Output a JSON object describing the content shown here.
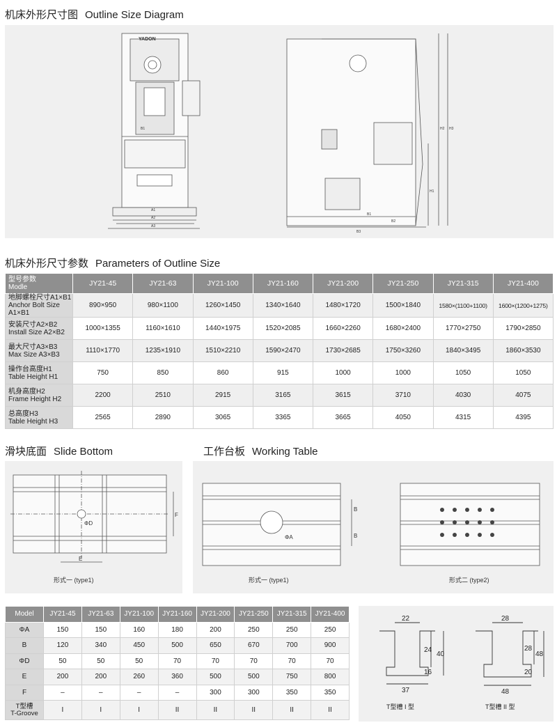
{
  "sections": {
    "outline_zh": "机床外形尺寸图",
    "outline_en": "Outline Size Diagram",
    "params_zh": "机床外形尺寸参数",
    "params_en": "Parameters of Outline Size",
    "slide_zh": "滑块底面",
    "slide_en": "Slide Bottom",
    "table_zh": "工作台板",
    "table_en": "Working Table"
  },
  "diagram": {
    "brand": "YADON",
    "front_labels": {
      "a1": "A1",
      "a2": "A2",
      "a3": "A3",
      "b1": "B1"
    },
    "side_labels": {
      "b1": "B1",
      "b2": "B2",
      "b3": "B3",
      "h1": "H1",
      "h2": "H2",
      "h3": "H3"
    }
  },
  "params": {
    "header_label_zh": "型号参数",
    "header_label_en": "Modle",
    "models": [
      "JY21-45",
      "JY21-63",
      "JY21-100",
      "JY21-160",
      "JY21-200",
      "JY21-250",
      "JY21-315",
      "JY21-400"
    ],
    "rows": [
      {
        "zh": "地脚螺栓尺寸A1×B1",
        "en": "Anchor Bolt  Size A1×B1",
        "values": [
          "890×950",
          "980×1100",
          "1260×1450",
          "1340×1640",
          "1480×1720",
          "1500×1840",
          "1580×(1100+1100)",
          "1600×(1200+1275)"
        ]
      },
      {
        "zh": "安装尺寸A2×B2",
        "en": "Install Size A2×B2",
        "values": [
          "1000×1355",
          "1160×1610",
          "1440×1975",
          "1520×2085",
          "1660×2260",
          "1680×2400",
          "1770×2750",
          "1790×2850"
        ]
      },
      {
        "zh": "最大尺寸A3×B3",
        "en": "Max Size A3×B3",
        "values": [
          "1110×1770",
          "1235×1910",
          "1510×2210",
          "1590×2470",
          "1730×2685",
          "1750×3260",
          "1840×3495",
          "1860×3530"
        ]
      },
      {
        "zh": "操作台高度H1",
        "en": "Table Height H1",
        "values": [
          "750",
          "850",
          "860",
          "915",
          "1000",
          "1000",
          "1050",
          "1050"
        ]
      },
      {
        "zh": "机身高度H2",
        "en": "Frame Height H2",
        "values": [
          "2200",
          "2510",
          "2915",
          "3165",
          "3615",
          "3710",
          "4030",
          "4075"
        ]
      },
      {
        "zh": "总高度H3",
        "en": "Table Height H3",
        "values": [
          "2565",
          "2890",
          "3065",
          "3365",
          "3665",
          "4050",
          "4315",
          "4395"
        ]
      }
    ]
  },
  "slide": {
    "caption": "形式一  (type1)",
    "label_d": "ΦD",
    "label_e": "E",
    "label_f": "F"
  },
  "working_table": {
    "caption1": "形式一  (type1)",
    "caption2": "形式二  (type2)",
    "label_a": "ΦA",
    "label_b": "B"
  },
  "dims": {
    "header": "Model",
    "models": [
      "JY21-45",
      "JY21-63",
      "JY21-100",
      "JY21-160",
      "JY21-200",
      "JY21-250",
      "JY21-315",
      "JY21-400"
    ],
    "rows": [
      {
        "label": "ΦA",
        "values": [
          "150",
          "150",
          "160",
          "180",
          "200",
          "250",
          "250",
          "250"
        ]
      },
      {
        "label": "B",
        "values": [
          "120",
          "340",
          "450",
          "500",
          "650",
          "670",
          "700",
          "900"
        ]
      },
      {
        "label": "ΦD",
        "values": [
          "50",
          "50",
          "50",
          "70",
          "70",
          "70",
          "70",
          "70"
        ]
      },
      {
        "label": "E",
        "values": [
          "200",
          "200",
          "260",
          "360",
          "500",
          "500",
          "750",
          "800"
        ]
      },
      {
        "label": "F",
        "values": [
          "–",
          "–",
          "–",
          "–",
          "300",
          "300",
          "350",
          "350"
        ]
      }
    ],
    "last_row": {
      "label_zh": "T型槽",
      "label_en": "T-Groove",
      "values": [
        "I",
        "I",
        "I",
        "II",
        "II",
        "II",
        "II",
        "II"
      ]
    }
  },
  "tgroove": {
    "type1": {
      "top": "22",
      "h1": "24",
      "h2": "16",
      "total": "40",
      "bottom": "37",
      "caption": "T型槽 I 型"
    },
    "type2": {
      "top": "28",
      "h1": "28",
      "h2": "20",
      "total": "48",
      "bottom": "48",
      "caption": "T型槽 II 型"
    }
  }
}
